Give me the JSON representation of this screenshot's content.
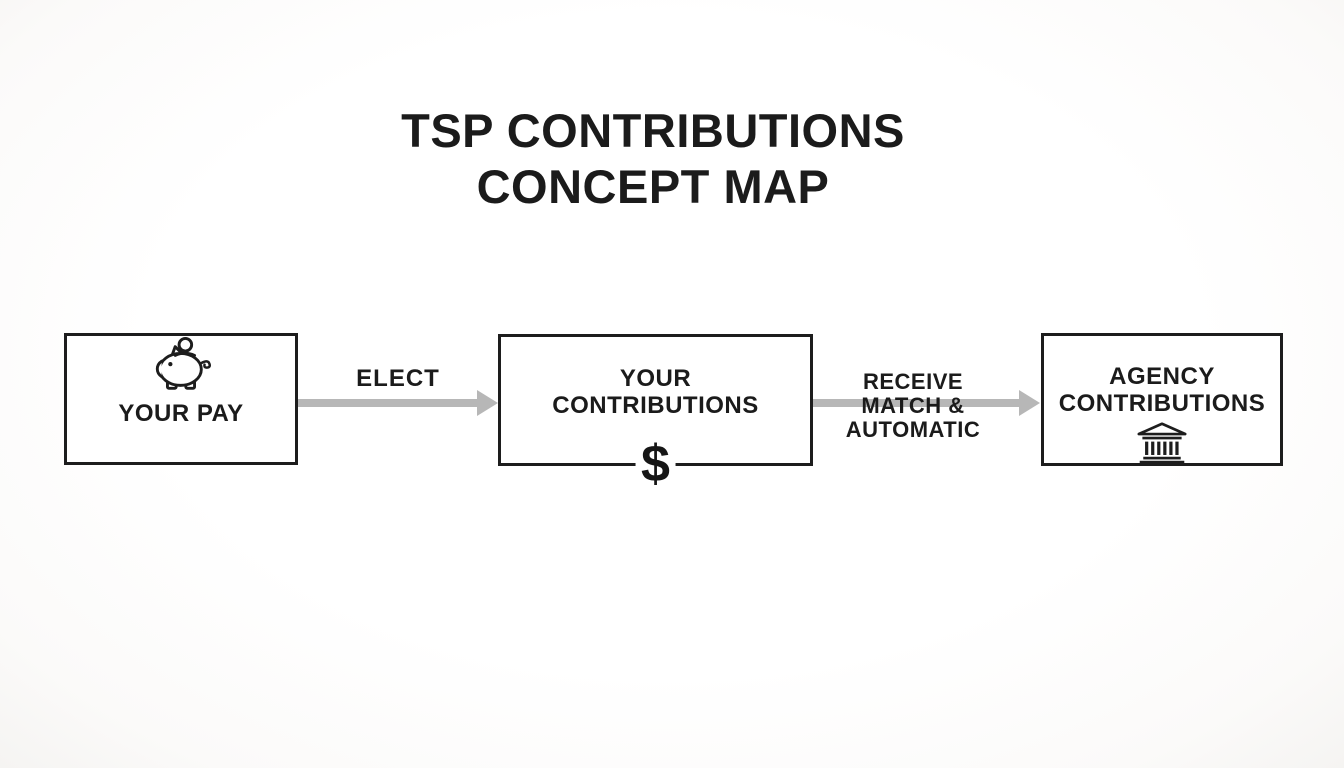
{
  "title": {
    "line1": "TSP CONTRIBUTIONS",
    "line2": "CONCEPT MAP"
  },
  "nodes": [
    {
      "id": "your-pay",
      "label": "YOUR PAY",
      "icon": "piggy-bank-icon"
    },
    {
      "id": "your-contributions",
      "label_line1": "YOUR",
      "label_line2": "CONTRIBUTIONS",
      "symbol": "$",
      "icon": "dollar-sign"
    },
    {
      "id": "agency-contributions",
      "label_line1": "AGENCY",
      "label_line2": "CONTRIBUTIONS",
      "icon": "bank-building-icon"
    }
  ],
  "edges": [
    {
      "from": "your-pay",
      "to": "your-contributions",
      "label": "ELECT"
    },
    {
      "from": "your-contributions",
      "to": "agency-contributions",
      "label_line1": "RECEIVE",
      "label_line2": "MATCH &",
      "label_line3": "AUTOMATIC"
    }
  ],
  "colors": {
    "ink": "#1c1c1c",
    "arrow": "#b7b7b7",
    "node_background": "#ffffff"
  }
}
